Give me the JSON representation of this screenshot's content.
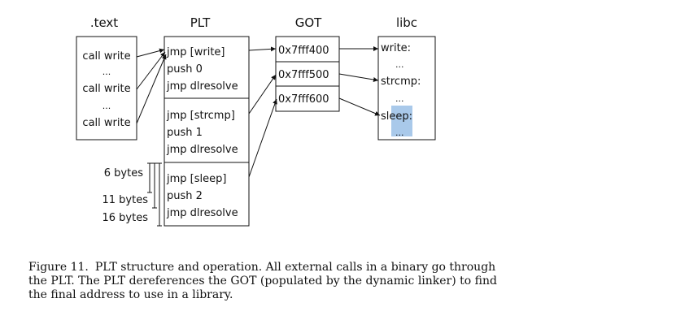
{
  "columns": {
    "text": ".text",
    "plt": "PLT",
    "got": "GOT",
    "libc": "libc"
  },
  "text_section": {
    "items": [
      "call write",
      "...",
      "call write",
      "...",
      "call write"
    ]
  },
  "plt": {
    "entries": [
      [
        "jmp [write]",
        "push 0",
        "jmp dlresolve"
      ],
      [
        "jmp [strcmp]",
        "push 1",
        "jmp dlresolve"
      ],
      [
        "jmp [sleep]",
        "push 2",
        "jmp dlresolve"
      ]
    ]
  },
  "got": {
    "entries": [
      "0x7fff400",
      "0x7fff500",
      "0x7fff600"
    ]
  },
  "libc": {
    "items": [
      "write:",
      "...",
      "strcmp:",
      "...",
      "sleep:",
      "..."
    ],
    "highlight_color": "#a9c9ea"
  },
  "sizes": {
    "labels": [
      "6 bytes",
      "11 bytes",
      "16 bytes"
    ]
  },
  "caption": {
    "label": "Figure 11.",
    "text": "PLT structure and operation. All external calls in a binary go through the PLT. The PLT dereferences the GOT (populated by the dynamic linker) to find the final address to use in a library."
  }
}
